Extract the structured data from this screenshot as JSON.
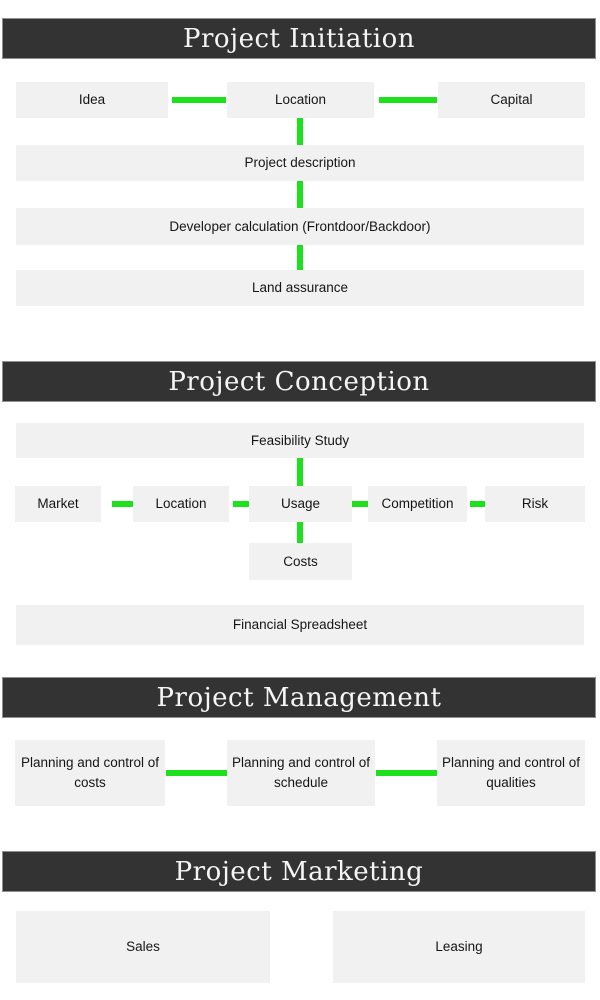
{
  "colors": {
    "header_bg": "#333333",
    "header_text": "#f5f5f5",
    "box_bg": "#f1f1f1",
    "box_text": "#151515",
    "connector_green": "#1ee11e"
  },
  "sections": {
    "initiation": {
      "title": "Project Initiation",
      "idea": "Idea",
      "location": "Location",
      "capital": "Capital",
      "description": "Project description",
      "calculation": "Developer calculation (Frontdoor/Backdoor)",
      "assurance": "Land assurance"
    },
    "conception": {
      "title": "Project Conception",
      "feasibility": "Feasibility Study",
      "market": "Market",
      "location": "Location",
      "usage": "Usage",
      "competition": "Competition",
      "risk": "Risk",
      "costs": "Costs",
      "spreadsheet": "Financial Spreadsheet"
    },
    "management": {
      "title": "Project Management",
      "costs": "Planning and control of costs",
      "schedule": "Planning and control of schedule",
      "qualities": "Planning and control of qualities"
    },
    "marketing": {
      "title": "Project Marketing",
      "sales": "Sales",
      "leasing": "Leasing"
    }
  }
}
